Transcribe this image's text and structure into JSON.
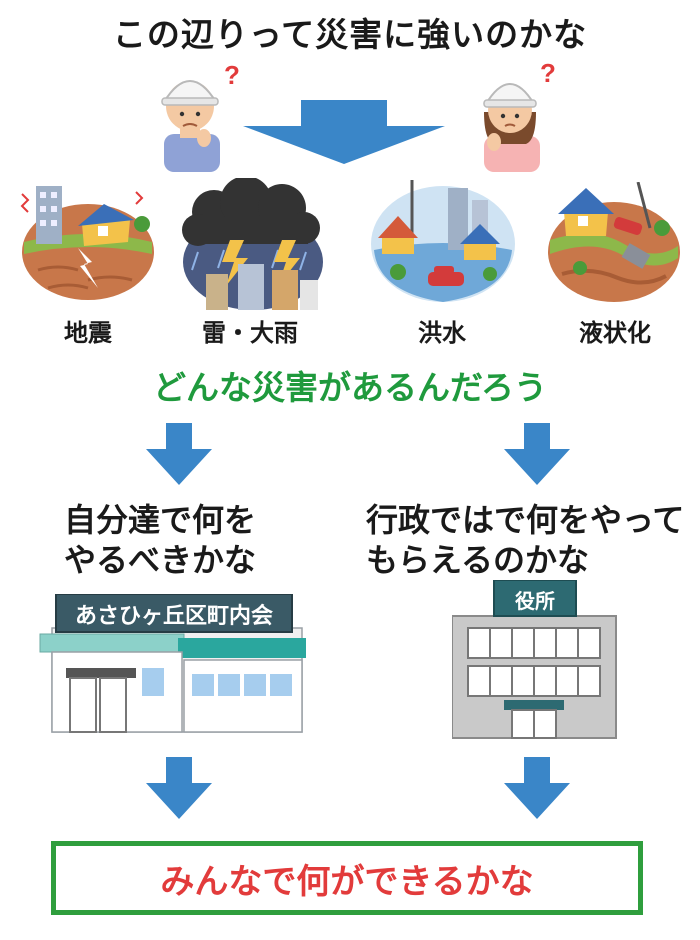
{
  "title": "この辺りって災害に強いのかな",
  "question_mark": "?",
  "disasters": [
    {
      "label": "地震",
      "icon": "earthquake-icon"
    },
    {
      "label": "雷・大雨",
      "icon": "thunderstorm-icon"
    },
    {
      "label": "洪水",
      "icon": "flood-icon"
    },
    {
      "label": "液状化",
      "icon": "liquefaction-icon"
    }
  ],
  "subtitle": "どんな災害があるんだろう",
  "left_question": {
    "line1": "自分達で何を",
    "line2": "やるべきかな"
  },
  "right_question": {
    "line1": "行政ではで何をやって",
    "line2": "もらえるのかな"
  },
  "community_center_sign": "あさひヶ丘区町内会",
  "city_office_sign": "役所",
  "conclusion": "みんなで何ができるかな",
  "colors": {
    "arrow": "#3a86c8",
    "subtitle": "#1f9a3d",
    "conclusion_text": "#e23b3b",
    "box_border": "#2f9e3d"
  }
}
